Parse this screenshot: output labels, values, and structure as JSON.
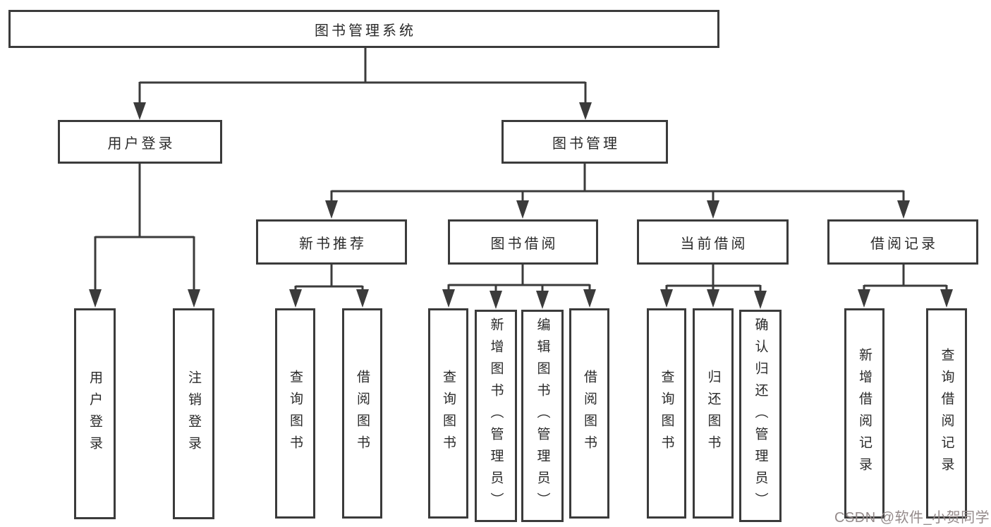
{
  "tree": {
    "label": "图书管理系统",
    "children": [
      {
        "label": "用户登录",
        "children": [
          {
            "label": "用户登录"
          },
          {
            "label": "注销登录"
          }
        ]
      },
      {
        "label": "图书管理",
        "children": [
          {
            "label": "新书推荐",
            "children": [
              {
                "label": "查询图书"
              },
              {
                "label": "借阅图书"
              }
            ]
          },
          {
            "label": "图书借阅",
            "children": [
              {
                "label": "查询图书"
              },
              {
                "label": "新增图书（管理员）"
              },
              {
                "label": "编辑图书（管理员）"
              },
              {
                "label": "借阅图书"
              }
            ]
          },
          {
            "label": "当前借阅",
            "children": [
              {
                "label": "查询图书"
              },
              {
                "label": "归还图书"
              },
              {
                "label": "确认归还（管理员）"
              }
            ]
          },
          {
            "label": "借阅记录",
            "children": [
              {
                "label": "新增借阅记录"
              },
              {
                "label": "查询借阅记录"
              }
            ]
          }
        ]
      }
    ]
  },
  "watermark": {
    "text": "CSDN @软件_小贺同学"
  },
  "colors": {
    "line": "#3b3b3b",
    "text": "#2a2a2a",
    "watermark": "#948a8a",
    "background": "#ffffff"
  }
}
